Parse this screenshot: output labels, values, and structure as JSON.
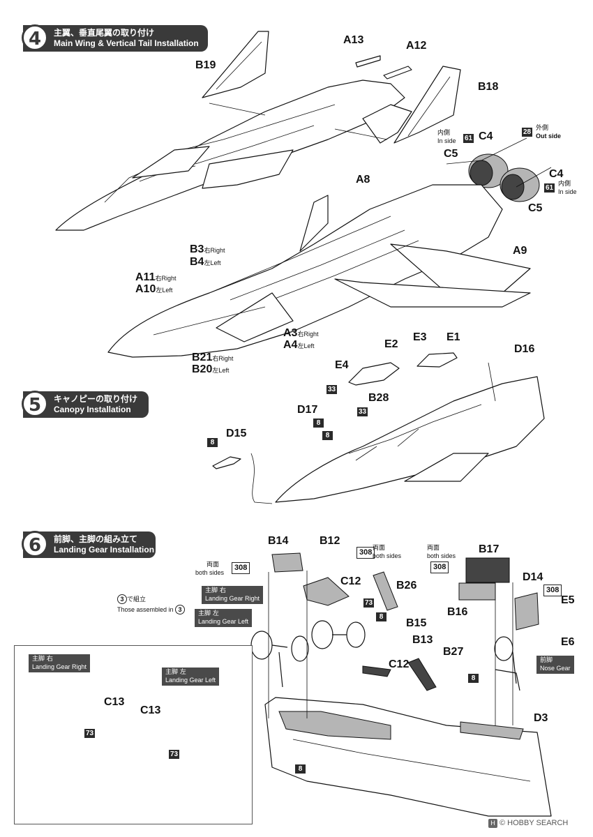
{
  "steps": [
    {
      "number": "4",
      "title_ja": "主翼、垂直尾翼の取り付け",
      "title_en": "Main Wing & Vertical Tail Installation"
    },
    {
      "number": "5",
      "title_ja": "キャノピーの取り付け",
      "title_en": "Canopy Installation"
    },
    {
      "number": "6",
      "title_ja": "前脚、主脚の組み立て",
      "title_en": "Landing Gear Installation"
    }
  ],
  "sides": {
    "right": "右Right",
    "left": "左Left"
  },
  "step4": {
    "parts": {
      "b19": "B19",
      "a13": "A13",
      "a12": "A12",
      "b18": "B18",
      "a8": "A8",
      "a9": "A9",
      "c4_a": "C4",
      "c5_a": "C5",
      "c4_b": "C4",
      "c5_b": "C5",
      "b3": "B3",
      "b4": "B4",
      "a11": "A11",
      "a10": "A10",
      "a3": "A3",
      "a4": "A4",
      "b21": "B21",
      "b20": "B20"
    },
    "notes": {
      "in_side_ja": "内側",
      "in_side_en": "In side",
      "out_side_ja": "外側",
      "out_side_en": "Out side"
    },
    "colors": {
      "c61a": "61",
      "c28": "28",
      "c61b": "61"
    }
  },
  "step5": {
    "parts": {
      "e2": "E2",
      "e3": "E3",
      "e1": "E1",
      "e4": "E4",
      "d16": "D16",
      "d17": "D17",
      "b28": "B28",
      "d15": "D15"
    },
    "colors": {
      "c33a": "33",
      "c33b": "33",
      "c8a": "8",
      "c8b": "8",
      "c8c": "8"
    }
  },
  "step6": {
    "parts": {
      "b14": "B14",
      "b12": "B12",
      "c12_a": "C12",
      "b26": "B26",
      "b17": "B17",
      "d14": "D14",
      "b16": "B16",
      "e5": "E5",
      "e6": "E6",
      "b15": "B15",
      "b13": "B13",
      "c12_b": "C12",
      "b27": "B27",
      "d3": "D3",
      "c13_a": "C13",
      "c13_b": "C13"
    },
    "notes": {
      "both_sides_ja": "両面",
      "both_sides_en": "both sides",
      "assembled_ja": "で組立",
      "assembled_en": "Those assembled in",
      "ref_step": "3"
    },
    "tags": {
      "main_right_ja": "主脚 右",
      "main_right_en": "Landing Gear Right",
      "main_left_ja": "主脚 左",
      "main_left_en": "Landing Gear Left",
      "nose_ja": "前脚",
      "nose_en": "Nose Gear"
    },
    "colors": {
      "c308a": "308",
      "c308b": "308",
      "c308c": "308",
      "c308d": "308",
      "c73a": "73",
      "c8a": "8",
      "c8b": "8",
      "c8c": "8",
      "c73b": "73",
      "c73c": "73"
    }
  },
  "footer": {
    "watermark": "© HOBBY SEARCH"
  }
}
